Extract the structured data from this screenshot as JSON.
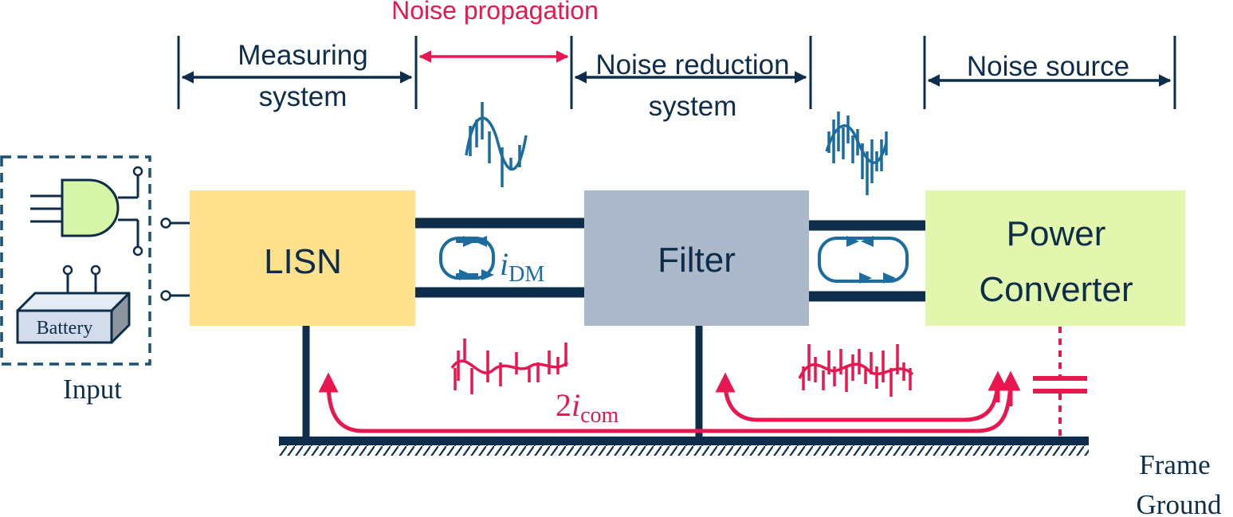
{
  "labels": {
    "noise_propagation": "Noise propagation",
    "measuring_system_line1": "Measuring",
    "measuring_system_line2": "system",
    "noise_reduction_line1": "Noise reduction",
    "noise_reduction_line2": "system",
    "noise_source": "Noise source",
    "input": "Input",
    "frame_ground_line1": "Frame",
    "frame_ground_line2": "Ground"
  },
  "blocks": {
    "lisn": "LISN",
    "filter": "Filter",
    "power_converter_line1": "Power",
    "power_converter_line2": "Converter",
    "battery": "Battery"
  },
  "currents": {
    "dm_italic": "i",
    "dm_sub": "DM",
    "cm_coef": "2",
    "cm_italic": "i",
    "cm_sub": "com"
  },
  "colors": {
    "dark_navy": "#0d2d4a",
    "propagation_red": "#e8174f",
    "differential_blue": "#1c6d9e",
    "lisn_fill": "#fde08b",
    "filter_fill": "#acb9cb",
    "converter_fill": "#e2f7ad",
    "gate_fill": "#d6f5a6",
    "battery_fill": "#d2dcea"
  },
  "icons": [
    "and-gate-icon",
    "battery-icon",
    "capacitor-icon",
    "ground-hatch-icon",
    "differential-loop-icon",
    "noise-waveform-icon"
  ]
}
